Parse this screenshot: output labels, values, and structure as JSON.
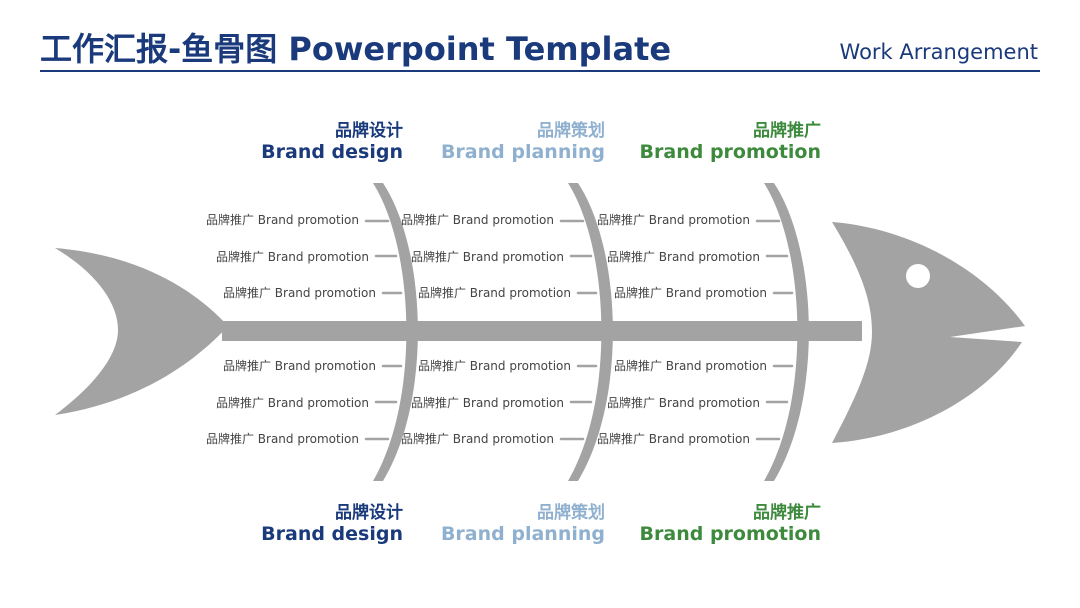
{
  "header": {
    "title": "工作汇报-鱼骨图 Powerpoint Template",
    "subtitle": "Work Arrangement"
  },
  "colors": {
    "title": "#1a3a7c",
    "fish": "#a3a3a3",
    "brand_design": "#1a3a7c",
    "brand_planning": "#8fb0cf",
    "brand_promotion": "#3d8a3d"
  },
  "categories_top": [
    {
      "zh": "品牌设计",
      "en": "Brand design"
    },
    {
      "zh": "品牌策划",
      "en": "Brand planning"
    },
    {
      "zh": "品牌推广",
      "en": "Brand promotion"
    }
  ],
  "categories_bottom": [
    {
      "zh": "品牌设计",
      "en": "Brand design"
    },
    {
      "zh": "品牌策划",
      "en": "Brand planning"
    },
    {
      "zh": "品牌推广",
      "en": "Brand promotion"
    }
  ],
  "items": {
    "top": [
      [
        "品牌推广 Brand promotion",
        "品牌推广 Brand promotion",
        "品牌推广 Brand promotion"
      ],
      [
        "品牌推广 Brand promotion",
        "品牌推广 Brand promotion",
        "品牌推广 Brand promotion"
      ],
      [
        "品牌推广 Brand promotion",
        "品牌推广 Brand promotion",
        "品牌推广 Brand promotion"
      ]
    ],
    "bottom": [
      [
        "品牌推广 Brand promotion",
        "品牌推广 Brand promotion",
        "品牌推广 Brand promotion"
      ],
      [
        "品牌推广 Brand promotion",
        "品牌推广 Brand promotion",
        "品牌推广 Brand promotion"
      ],
      [
        "品牌推广 Brand promotion",
        "品牌推广 Brand promotion",
        "品牌推广 Brand promotion"
      ]
    ]
  }
}
